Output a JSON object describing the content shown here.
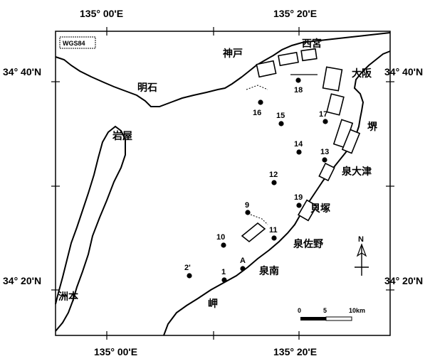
{
  "datum_badge": "WGS84",
  "longitude_labels": [
    "135° 00'E",
    "135° 20'E"
  ],
  "latitude_labels": [
    "34° 40'N",
    "34° 20'N"
  ],
  "place_names": {
    "kobe": "神戸",
    "nishinomiya": "西宮",
    "osaka": "大阪",
    "akashi": "明石",
    "iwaya": "岩屋",
    "sakai": "堺",
    "izumiotsu": "泉大津",
    "kaizuka": "貝塚",
    "izumisano": "泉佐野",
    "sennan": "泉南",
    "sumoto": "洲本",
    "misaki": "岬"
  },
  "stations": [
    {
      "id": "18",
      "label": "18"
    },
    {
      "id": "16",
      "label": "16"
    },
    {
      "id": "15",
      "label": "15"
    },
    {
      "id": "17",
      "label": "17"
    },
    {
      "id": "14",
      "label": "14"
    },
    {
      "id": "13",
      "label": "13"
    },
    {
      "id": "12",
      "label": "12"
    },
    {
      "id": "19",
      "label": "19"
    },
    {
      "id": "9",
      "label": "9"
    },
    {
      "id": "10",
      "label": "10"
    },
    {
      "id": "11",
      "label": "11"
    },
    {
      "id": "2p",
      "label": "2'"
    },
    {
      "id": "1",
      "label": "1"
    },
    {
      "id": "A",
      "label": "A"
    }
  ],
  "scale_bar": {
    "ticks": [
      "0",
      "5",
      "10km"
    ]
  },
  "north_arrow": {
    "label": "N"
  },
  "colors": {
    "ink": "#000000",
    "paper": "#ffffff"
  }
}
